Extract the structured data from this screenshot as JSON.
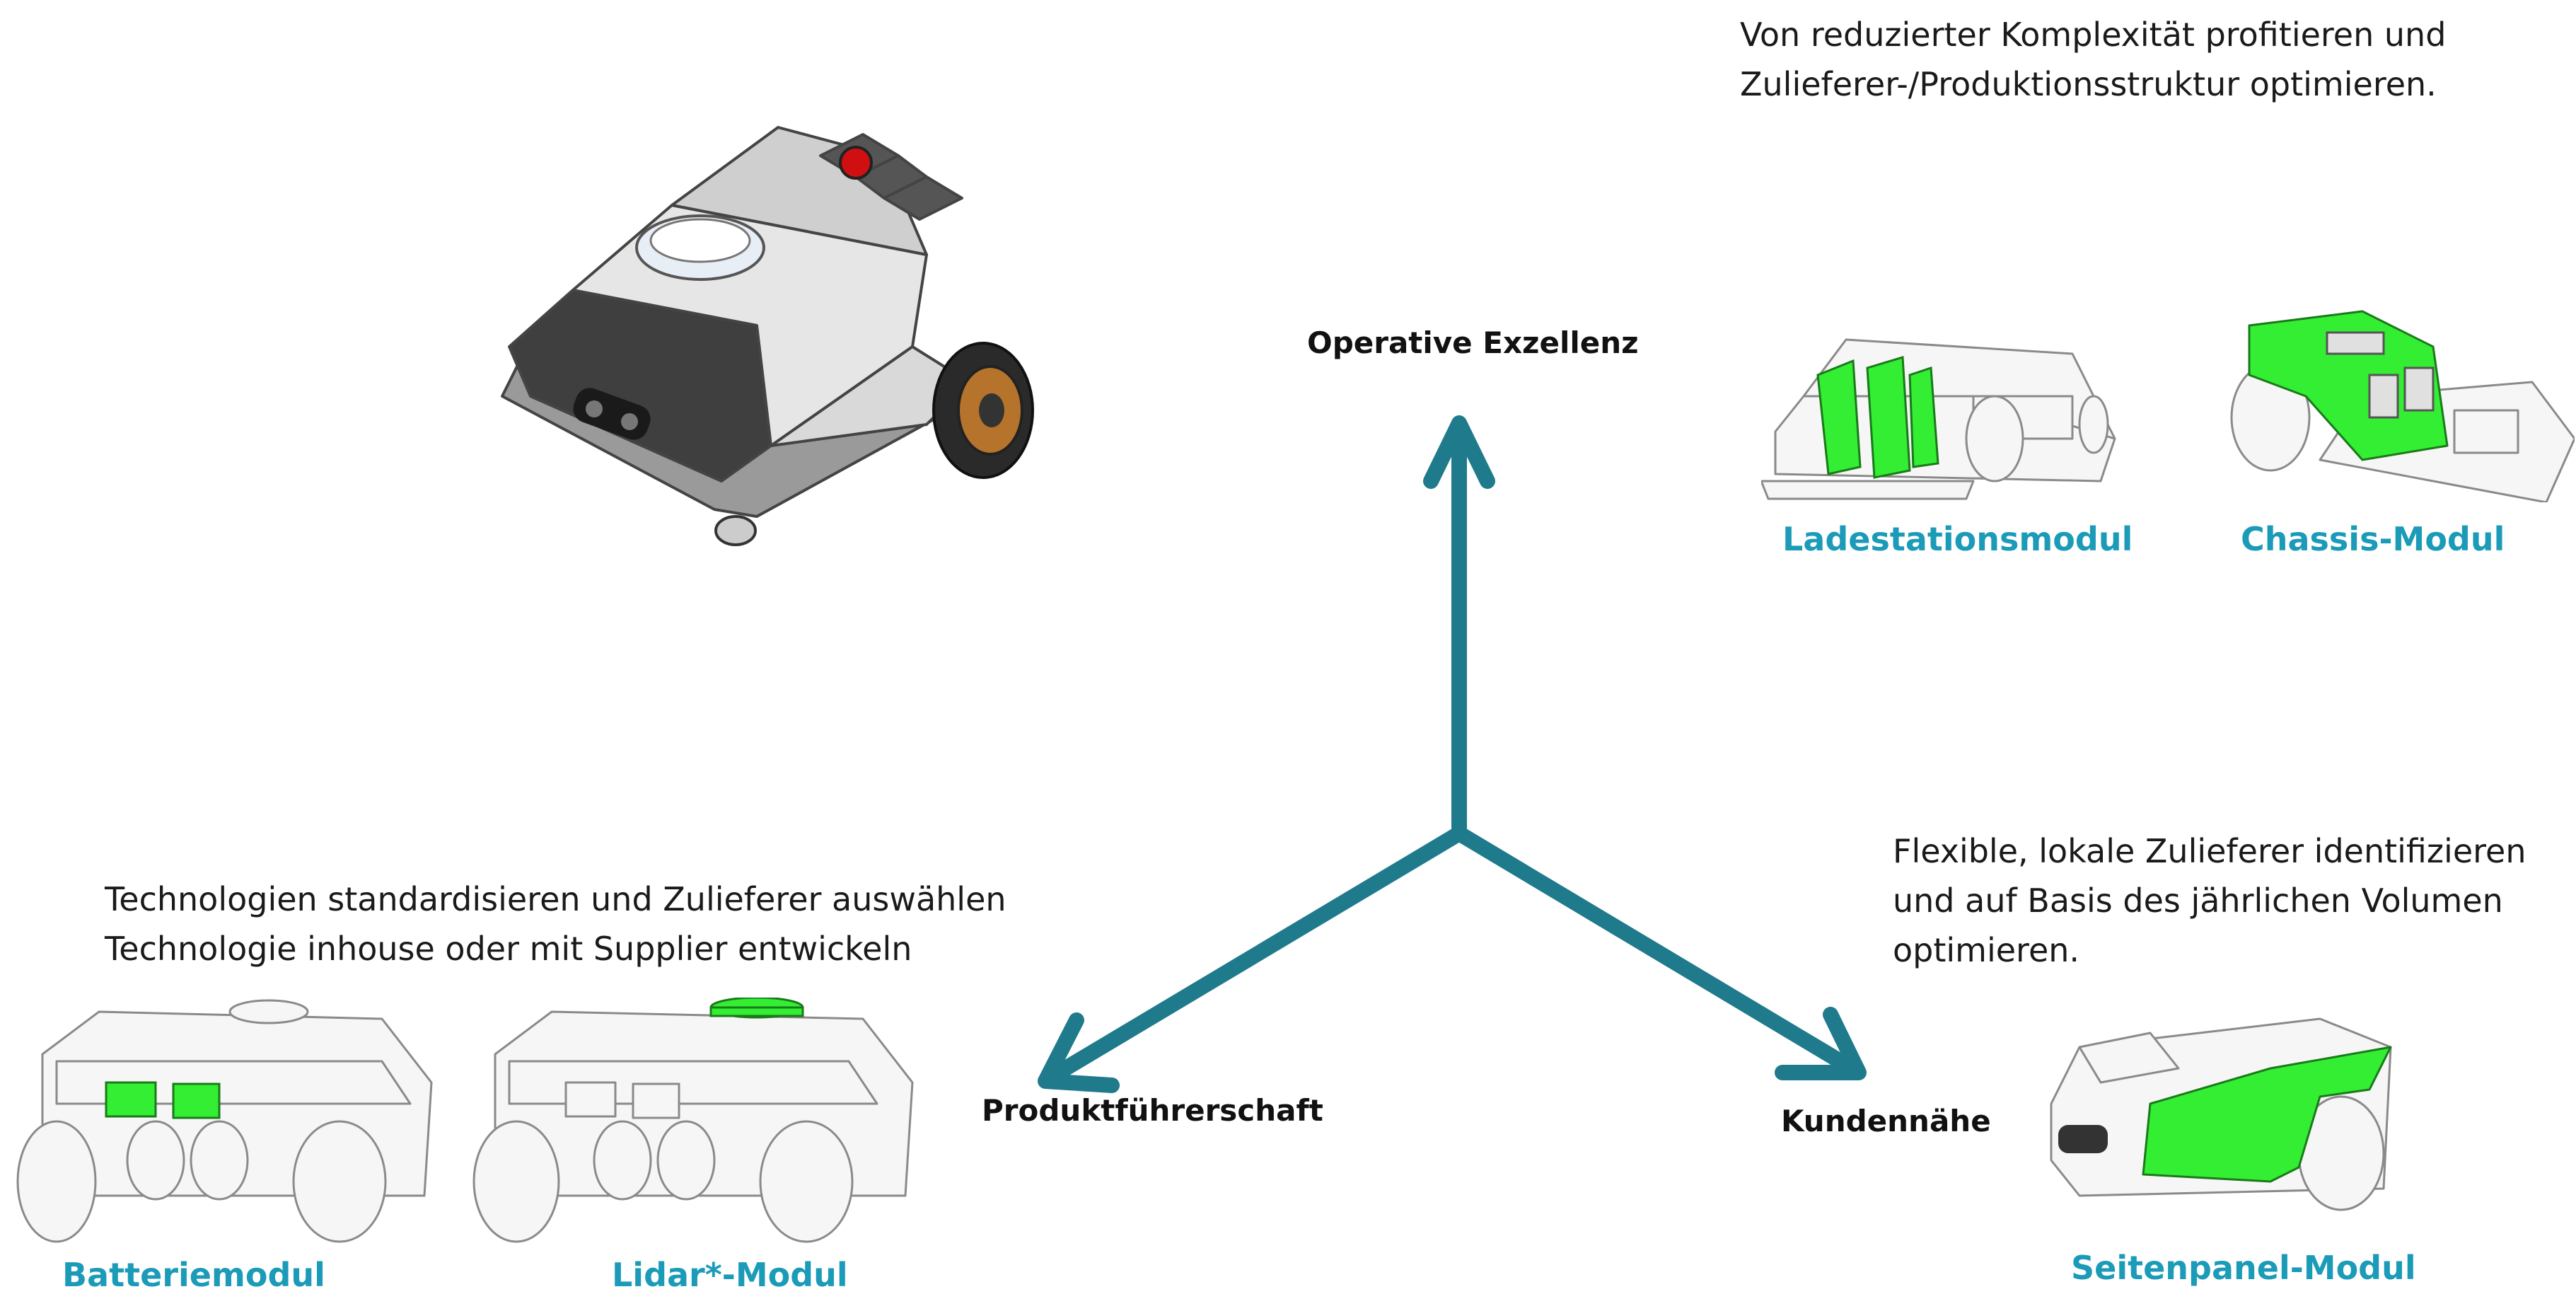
{
  "colors": {
    "arrow": "#1f7a8c",
    "module_label": "#1b9bb8",
    "highlight": "#33ee33",
    "text": "#1a1a1a"
  },
  "axes": {
    "top": "Operative Exzellenz",
    "left": "Produktführerschaft",
    "right": "Kundennähe"
  },
  "descriptions": {
    "top_right": [
      "Von reduzierter Komplexität profitieren und",
      "Zulieferer-/Produktionsstruktur optimieren."
    ],
    "left": [
      "Technologien standardisieren und Zulieferer auswählen",
      "Technologie inhouse oder mit Supplier entwickeln"
    ],
    "right": [
      "Flexible, lokale Zulieferer identifizieren",
      "und auf Basis des jährlichen Volumen",
      "optimieren."
    ]
  },
  "modules": {
    "ladestation": "Ladestationsmodul",
    "chassis": "Chassis-Modul",
    "batterie": "Batteriemodul",
    "lidar": "Lidar*-Modul",
    "seitenpanel": "Seitenpanel-Modul"
  }
}
